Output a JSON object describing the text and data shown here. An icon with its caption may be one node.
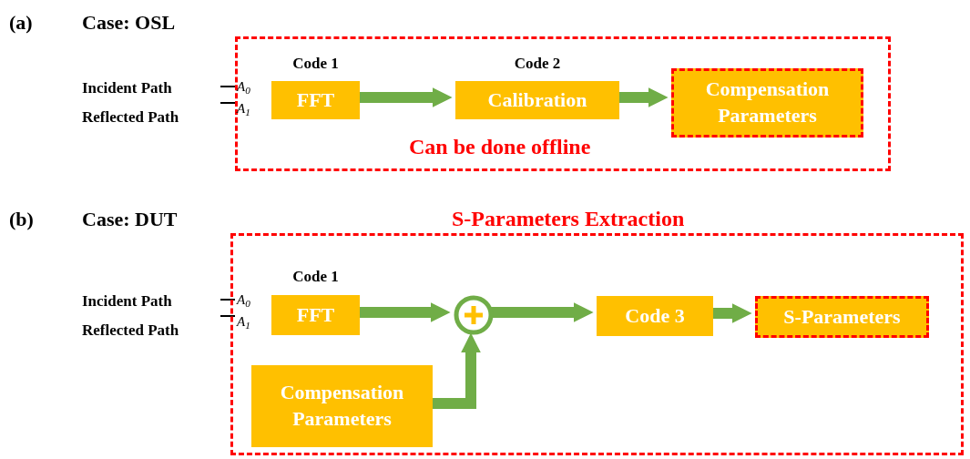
{
  "diagram": {
    "nodes": [
      {
        "text": [
          "Can be done offline"
        ]
      },
      {
        "text": [
          "FFT"
        ],
        "beside": [
          "Code 1"
        ],
        "in": 0
      },
      {
        "text": [
          "Calibration"
        ],
        "beside": [
          "Code 2"
        ],
        "in": 0
      },
      {
        "text": [
          "Compensation Parameters"
        ],
        "in": 0
      },
      {
        "text": [
          "S-Parameters Extraction"
        ]
      },
      {
        "text": [
          "FFT"
        ],
        "beside": [
          "Code 1"
        ],
        "in": 4
      },
      {
        "text": [],
        "shape": "circle",
        "in": 4
      },
      {
        "text": [
          "Code 3"
        ],
        "in": 4
      },
      {
        "text": [
          "S-Parameters"
        ],
        "in": 4
      },
      {
        "text": [
          "Compensation Parameters"
        ],
        "in": 4
      }
    ],
    "edges": [
      {
        "from": 1,
        "to": 2,
        "arrow": "to"
      },
      {
        "from": 2,
        "to": 3,
        "arrow": "to"
      },
      {
        "from": 5,
        "to": 6,
        "arrow": "to"
      },
      {
        "from": 6,
        "to": 7,
        "arrow": "to"
      },
      {
        "from": 7,
        "to": 8,
        "arrow": "to"
      },
      {
        "from": 9,
        "to": 6,
        "arrow": "to"
      }
    ],
    "labels": [
      "(a)",
      "Case: OSL",
      "Incident Path",
      "A$_{0}$",
      "Reflected Path",
      "A$_{1}$",
      "(b)",
      "Case: DUT",
      "Incident Path",
      "A$_{0}$",
      "Reflected Path",
      "A$_{1}$"
    ]
  }
}
